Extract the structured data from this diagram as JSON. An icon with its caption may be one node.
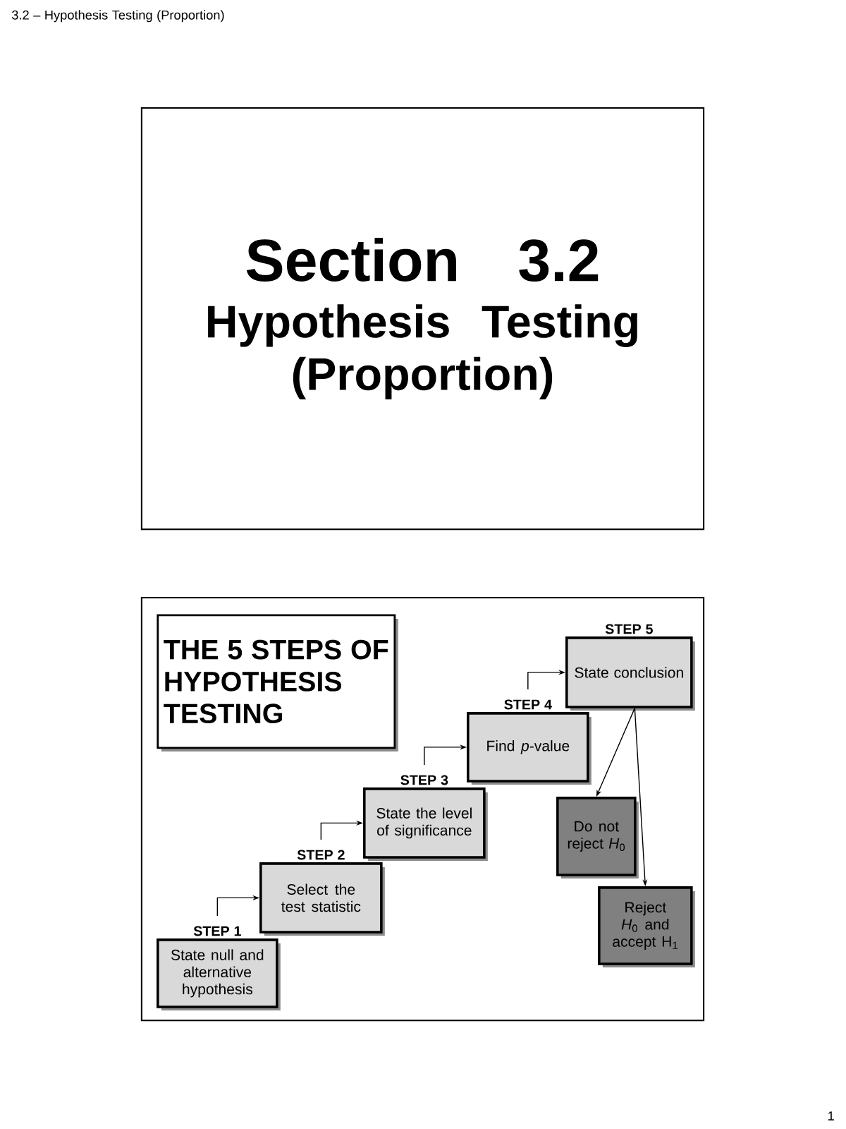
{
  "diagram": {
    "title": "3.2 – Hypothesis Testing (Proportion)",
    "nodes": [
      {
        "text": [
          "Section 3.2",
          "Hypothesis Testing (Proportion)"
        ]
      },
      {
        "text": [],
        "shape": "box"
      },
      {
        "text": [
          "THE 5 STEPS OF HYPOTHESIS TESTING"
        ],
        "in": 1
      },
      {
        "text": [
          "State null and alternative hypothesis"
        ],
        "beside": [
          "STEP 1"
        ],
        "in": 1
      },
      {
        "text": [
          "Select the test statistic"
        ],
        "beside": [
          "STEP 2"
        ],
        "in": 1
      },
      {
        "text": [
          "State the level of significance"
        ],
        "beside": [
          "STEP 3"
        ],
        "in": 1
      },
      {
        "text": [
          "Find *p*-value"
        ],
        "beside": [
          "STEP 4"
        ],
        "in": 1
      },
      {
        "text": [
          "State conclusion"
        ],
        "beside": [
          "STEP 5"
        ],
        "in": 1
      },
      {
        "text": [
          "Do not reject *H*$_{0}$"
        ],
        "in": 1
      },
      {
        "text": [
          "Reject *H*$_{0}$ and accept H$_{1}$"
        ],
        "in": 1
      }
    ],
    "edges": [
      {
        "from": 3,
        "to": 4,
        "arrow": "to"
      },
      {
        "from": 4,
        "to": 5,
        "arrow": "to"
      },
      {
        "from": 5,
        "to": 6,
        "arrow": "to"
      },
      {
        "from": 6,
        "to": 7,
        "arrow": "to"
      },
      {
        "from": 7,
        "to": 8,
        "arrow": "to"
      },
      {
        "from": 7,
        "to": 9,
        "arrow": "to"
      }
    ],
    "labels": [
      "1"
    ]
  }
}
